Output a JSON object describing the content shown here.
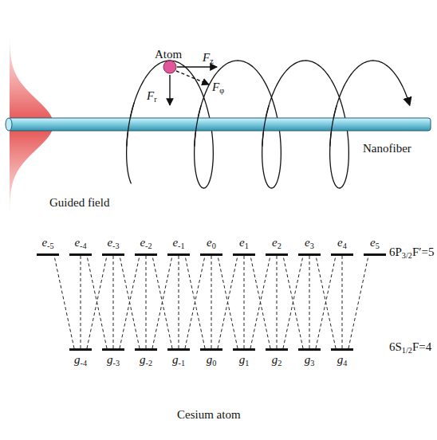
{
  "diagram": {
    "nodes": [
      {
        "text": [
          "e-5"
        ]
      },
      {
        "text": [
          "e-4"
        ]
      },
      {
        "text": [
          "e-3"
        ]
      },
      {
        "text": [
          "e-2"
        ]
      },
      {
        "text": [
          "e-1"
        ]
      },
      {
        "text": [
          "e0"
        ]
      },
      {
        "text": [
          "e1"
        ]
      },
      {
        "text": [
          "e2"
        ]
      },
      {
        "text": [
          "e3"
        ]
      },
      {
        "text": [
          "e4"
        ]
      },
      {
        "text": [
          "e5"
        ]
      },
      {
        "text": [
          "g-4"
        ]
      },
      {
        "text": [
          "g-3"
        ]
      },
      {
        "text": [
          "g-2"
        ]
      },
      {
        "text": [
          "g-1"
        ]
      },
      {
        "text": [
          "g0"
        ]
      },
      {
        "text": [
          "g1"
        ]
      },
      {
        "text": [
          "g2"
        ]
      },
      {
        "text": [
          "g3"
        ]
      },
      {
        "text": [
          "g4"
        ]
      }
    ],
    "edges": [
      {
        "from": 11,
        "to": 0,
        "arrow": "none"
      },
      {
        "from": 11,
        "to": 1,
        "arrow": "none"
      },
      {
        "from": 11,
        "to": 2,
        "arrow": "none"
      },
      {
        "from": 12,
        "to": 1,
        "arrow": "none"
      },
      {
        "from": 12,
        "to": 2,
        "arrow": "none"
      },
      {
        "from": 12,
        "to": 3,
        "arrow": "none"
      },
      {
        "from": 13,
        "to": 2,
        "arrow": "none"
      },
      {
        "from": 13,
        "to": 3,
        "arrow": "none"
      },
      {
        "from": 13,
        "to": 4,
        "arrow": "none"
      },
      {
        "from": 14,
        "to": 3,
        "arrow": "none"
      },
      {
        "from": 14,
        "to": 4,
        "arrow": "none"
      },
      {
        "from": 14,
        "to": 5,
        "arrow": "none"
      },
      {
        "from": 15,
        "to": 4,
        "arrow": "none"
      },
      {
        "from": 15,
        "to": 5,
        "arrow": "none"
      },
      {
        "from": 15,
        "to": 6,
        "arrow": "none"
      },
      {
        "from": 16,
        "to": 5,
        "arrow": "none"
      },
      {
        "from": 16,
        "to": 6,
        "arrow": "none"
      },
      {
        "from": 16,
        "to": 7,
        "arrow": "none"
      },
      {
        "from": 17,
        "to": 6,
        "arrow": "none"
      },
      {
        "from": 17,
        "to": 7,
        "arrow": "none"
      },
      {
        "from": 17,
        "to": 8,
        "arrow": "none"
      },
      {
        "from": 18,
        "to": 7,
        "arrow": "none"
      },
      {
        "from": 18,
        "to": 8,
        "arrow": "none"
      },
      {
        "from": 18,
        "to": 9,
        "arrow": "none"
      },
      {
        "from": 19,
        "to": 8,
        "arrow": "none"
      },
      {
        "from": 19,
        "to": 9,
        "arrow": "none"
      },
      {
        "from": 19,
        "to": 10,
        "arrow": "none"
      }
    ],
    "labels": [
      "Atom",
      "Fz",
      "Fr",
      "Fφ",
      "Nanofiber",
      "Guided field",
      "6P3/2F′=5",
      "6S1/2F=4",
      "Cesium atom"
    ]
  }
}
